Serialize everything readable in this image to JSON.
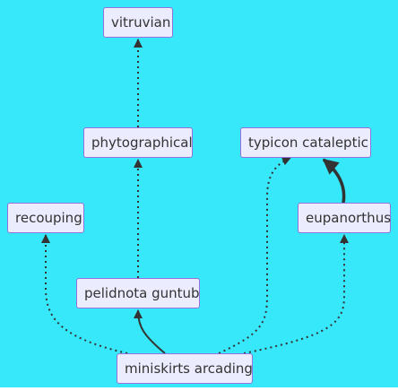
{
  "diagram": {
    "background": "#36E8FA",
    "node_fill": "#ECECFF",
    "node_border": "#9370DB",
    "edge_color": "#333333",
    "nodes": {
      "vitruvian": "vitruvian",
      "phytographical": "phytographical",
      "typicon_cataleptic": "typicon cataleptic",
      "recouping": "recouping",
      "eupanorthus": "eupanorthus",
      "pelidnota_guntub": "pelidnota guntub",
      "miniskirts_arcading": "miniskirts arcading"
    },
    "edges": [
      {
        "from": "phytographical",
        "to": "vitruvian",
        "style": "dotted"
      },
      {
        "from": "pelidnota guntub",
        "to": "phytographical",
        "style": "dotted"
      },
      {
        "from": "miniskirts arcading",
        "to": "recouping",
        "style": "dotted"
      },
      {
        "from": "miniskirts arcading",
        "to": "pelidnota guntub",
        "style": "solid"
      },
      {
        "from": "miniskirts arcading",
        "to": "typicon cataleptic",
        "style": "dotted"
      },
      {
        "from": "miniskirts arcading",
        "to": "eupanorthus",
        "style": "dotted"
      },
      {
        "from": "eupanorthus",
        "to": "typicon cataleptic",
        "style": "thick"
      }
    ]
  }
}
